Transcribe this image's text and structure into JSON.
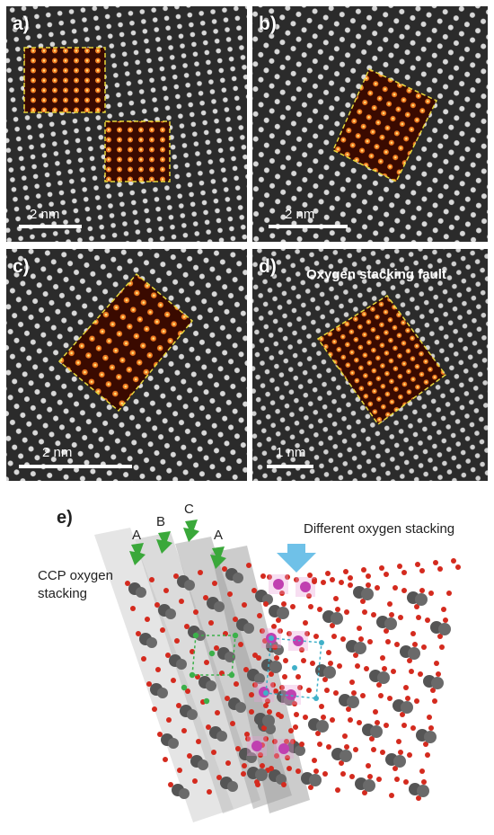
{
  "panels": [
    {
      "label": "a)",
      "scale": "2 nm"
    },
    {
      "label": "b)",
      "scale": "2 nm"
    },
    {
      "label": "c)",
      "scale": "2 nm"
    },
    {
      "label": "d)",
      "scale": "1 nm",
      "title": "Oxygen stacking fault"
    }
  ],
  "diagram": {
    "label": "e)",
    "stack_letters": [
      "A",
      "B",
      "C",
      "A"
    ],
    "ccp_text_line1": "CCP oxygen",
    "ccp_text_line2": "stacking",
    "different_text": "Different oxygen stacking"
  },
  "colors": {
    "inset_border": "#e8d83a",
    "arrow_green": "#3aa83a",
    "arrow_blue": "#6fc1e8",
    "oxygen": "#d42a1e",
    "metal_gray": "#555555",
    "metal_magenta": "#c040b0",
    "marker_green": "#3cb04a",
    "marker_cyan": "#40b0c8"
  }
}
